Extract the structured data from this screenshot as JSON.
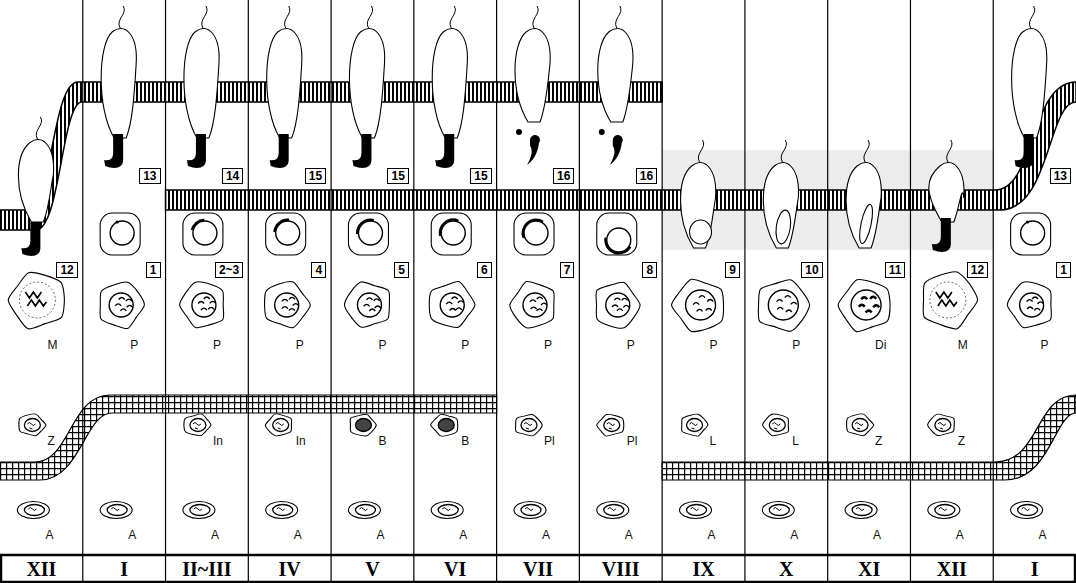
{
  "diagram": {
    "nodes": [
      {
        "text": [
          "13"
        ]
      },
      {
        "text": [
          "14"
        ]
      },
      {
        "text": [
          "15"
        ]
      },
      {
        "text": [
          "15"
        ]
      },
      {
        "text": [
          "15"
        ]
      },
      {
        "text": [
          "16"
        ]
      },
      {
        "text": [
          "16"
        ]
      },
      {
        "text": [
          "13"
        ]
      },
      {
        "text": [
          "12"
        ]
      },
      {
        "text": [
          "1"
        ]
      },
      {
        "text": [
          "2~3"
        ]
      },
      {
        "text": [
          "4"
        ]
      },
      {
        "text": [
          "5"
        ]
      },
      {
        "text": [
          "6"
        ]
      },
      {
        "text": [
          "7"
        ]
      },
      {
        "text": [
          "8"
        ]
      },
      {
        "text": [
          "9"
        ]
      },
      {
        "text": [
          "10"
        ]
      },
      {
        "text": [
          "11"
        ]
      },
      {
        "text": [
          "12"
        ]
      },
      {
        "text": [
          "1"
        ]
      }
    ],
    "labels": [
      "M",
      "P",
      "P",
      "P",
      "P",
      "P",
      "P",
      "P",
      "P",
      "P",
      "Di",
      "M",
      "P",
      "Z",
      "In",
      "In",
      "B",
      "B",
      "Pl",
      "Pl",
      "L",
      "L",
      "Z",
      "Z",
      "A",
      "A",
      "A",
      "A",
      "A",
      "A",
      "A",
      "A",
      "A",
      "A",
      "A",
      "A",
      "A",
      "XII",
      "I",
      "II~III",
      "IV",
      "V",
      "VI",
      "VII",
      "VIII",
      "IX",
      "X",
      "XI",
      "XII",
      "I"
    ]
  }
}
